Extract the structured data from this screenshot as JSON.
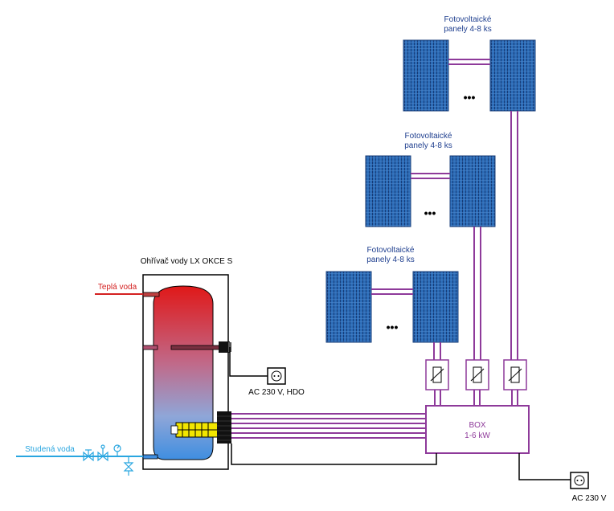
{
  "heater": {
    "title": "Ohřívač vody LX OKCE S"
  },
  "pipes": {
    "hot_water": "Teplá voda",
    "cold_water": "Studená voda"
  },
  "panel_groups": [
    {
      "label_line1": "Fotovoltaické",
      "label_line2": "panely 4-8 ks",
      "ellipsis": "•••"
    },
    {
      "label_line1": "Fotovoltaické",
      "label_line2": "panely 4-8 ks",
      "ellipsis": "•••"
    },
    {
      "label_line1": "Fotovoltaické",
      "label_line2": "panely 4-8 ks",
      "ellipsis": "•••"
    }
  ],
  "box": {
    "line1": "BOX",
    "line2": "1-6 kW"
  },
  "outlets": {
    "heater_outlet": "AC 230 V, HDO",
    "box_outlet": "AC 230 V"
  },
  "colors": {
    "hot": "#d42020",
    "cold": "#29a6e0",
    "dc_wire": "#8e3a9a",
    "panel": "#1f5fa8",
    "label_blue": "#1f3f8f",
    "black": "#000000"
  },
  "icons": [
    "fuse-icon",
    "socket-icon",
    "valve-icon",
    "pressure-gauge-icon",
    "heating-element-icon"
  ]
}
